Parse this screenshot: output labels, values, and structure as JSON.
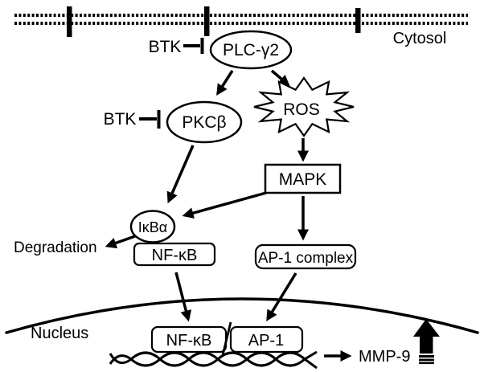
{
  "membrane": {
    "cytosol_label": "Cytosol"
  },
  "nodes": {
    "btk_top": "BTK",
    "plc_g2": "PLC-γ2",
    "btk_mid": "BTK",
    "pkc_b": "PKCβ",
    "ros": "ROS",
    "mapk": "MAPK",
    "ikb_a": "IκBα",
    "nfkb_cytosol": "NF-κB",
    "ap1_complex": "AP-1 complex",
    "nfkb_nucleus": "NF-κB",
    "ap1_nucleus": "AP-1",
    "mmp9": "MMP-9"
  },
  "labels": {
    "degradation": "Degradation",
    "nucleus": "Nucleus"
  },
  "colors": {
    "ink": "#000000",
    "background": "#ffffff"
  }
}
